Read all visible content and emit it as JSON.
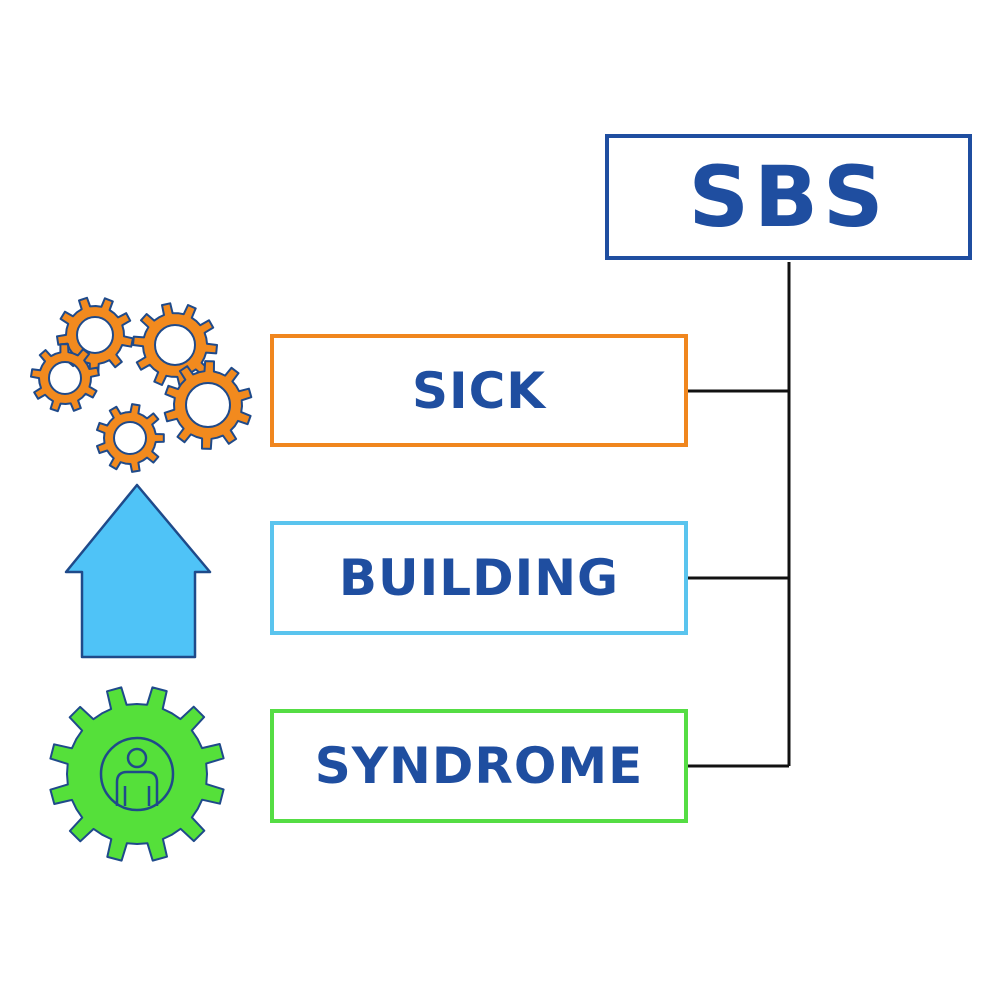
{
  "acronym": "SBS",
  "items": [
    {
      "id": "sick",
      "label": "SICK",
      "icon": "gears-icon",
      "border_color": "#f0861e"
    },
    {
      "id": "building",
      "label": "BUILDING",
      "icon": "house-icon",
      "border_color": "#5ac4ee"
    },
    {
      "id": "syndrome",
      "label": "SYNDROME",
      "icon": "person-gear-icon",
      "border_color": "#55dd44"
    }
  ],
  "colors": {
    "text": "#1f4ea0",
    "acronym_border": "#1f4ea0",
    "connector": "#111111",
    "gear_orange": "#f28a1e",
    "house_blue": "#4fc3f7",
    "gear_green": "#55e03a",
    "outline": "#1f4a8a"
  }
}
